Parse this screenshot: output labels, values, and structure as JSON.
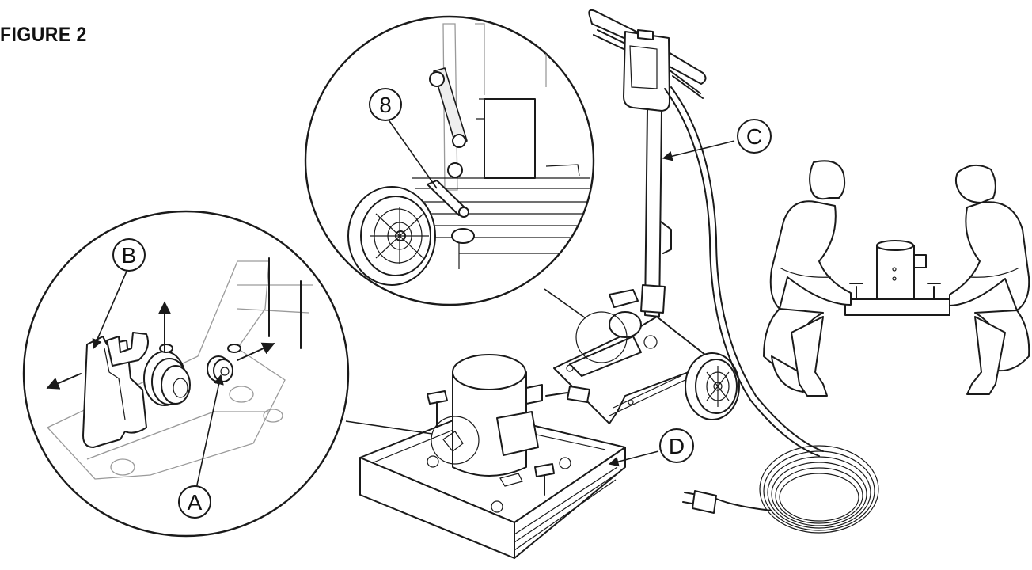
{
  "figure": {
    "title": "FIGURE 2",
    "callouts": {
      "a": "A",
      "b": "B",
      "c": "C",
      "d": "D",
      "eight": "8"
    }
  }
}
